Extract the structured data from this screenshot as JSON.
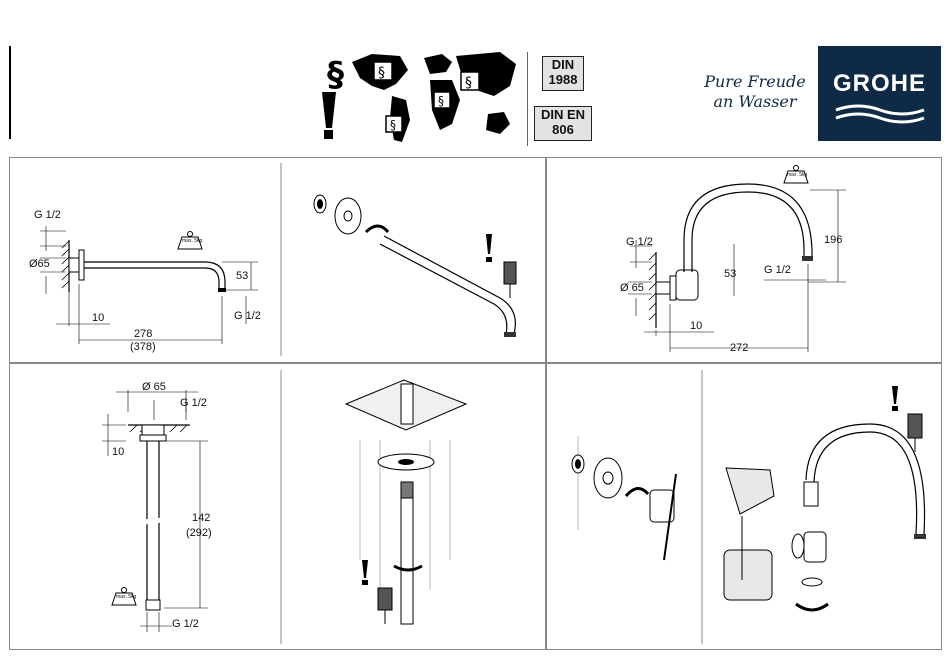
{
  "header": {
    "din_label": "DIN\n1988",
    "din_en_label": "DIN EN\n806",
    "slogan": "Pure Freude\nan Wasser",
    "brand": "GROHE"
  },
  "panel_wall_arm": {
    "thread_label": "G 1/2",
    "diameter": "Ø65",
    "height": "53",
    "thread_outlet": "G 1/2",
    "offset": "10",
    "length": "278",
    "length_alt": "(378)",
    "weight": "max. 5kg"
  },
  "panel_wall_arm_curved": {
    "height_total": "196",
    "thread_label": "G 1/2",
    "diameter": "Ø 65",
    "height": "53",
    "thread_outlet": "G 1/2",
    "offset": "10",
    "length": "272",
    "weight": "max. 5kg"
  },
  "panel_ceiling_arm": {
    "diameter": "Ø 65",
    "thread_top": "G 1/2",
    "offset": "10",
    "length": "142",
    "length_alt": "(292)",
    "thread_bottom": "G 1/2",
    "weight": "max. 5kg"
  }
}
